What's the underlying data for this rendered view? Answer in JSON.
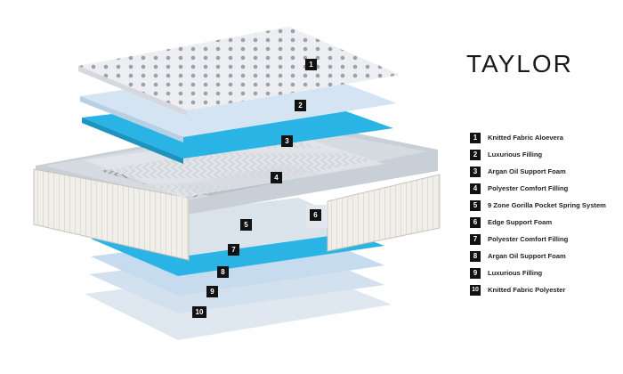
{
  "title": "TAYLOR",
  "legend": [
    {
      "num": "1",
      "label": "Knitted Fabric Aloevera"
    },
    {
      "num": "2",
      "label": "Luxurious Filling"
    },
    {
      "num": "3",
      "label": "Argan Oil Support Foam"
    },
    {
      "num": "4",
      "label": "Polyester Comfort Filling"
    },
    {
      "num": "5",
      "label": "9 Zone Gorilla Pocket Spring System"
    },
    {
      "num": "6",
      "label": "Edge Support Foam"
    },
    {
      "num": "7",
      "label": "Polyester Comfort Filling"
    },
    {
      "num": "8",
      "label": "Argan Oil Support Foam"
    },
    {
      "num": "9",
      "label": "Luxurious Filling"
    },
    {
      "num": "10",
      "label": "Knitted Fabric Polyester"
    }
  ],
  "colors": {
    "blue_foam": "#2ab4e6",
    "light_layer": "#d9e6f2",
    "quilted_top": "#eef0f3",
    "badge": "#111111"
  }
}
